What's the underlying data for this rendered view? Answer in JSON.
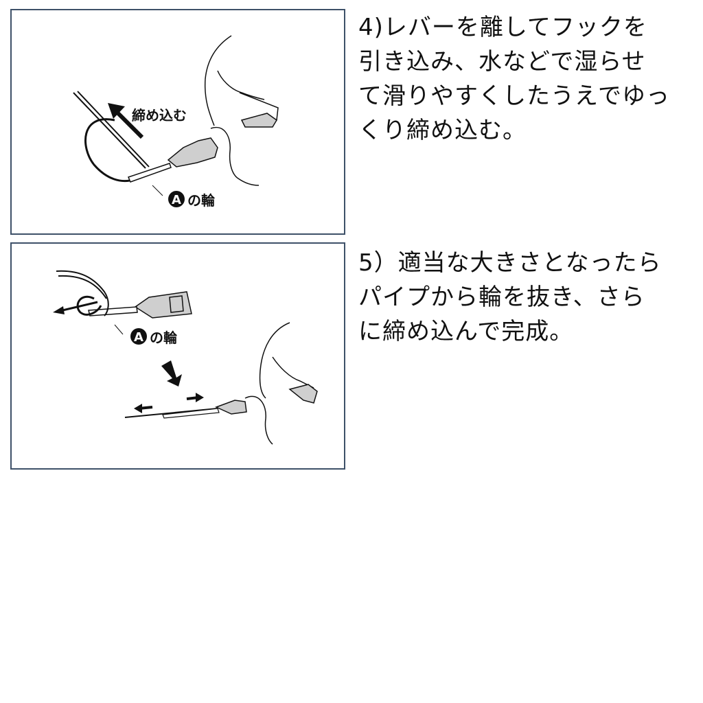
{
  "colors": {
    "panel_border": "#3d5068",
    "ink": "#111111",
    "pipe_gray": "#cfcfcf"
  },
  "steps": [
    {
      "number": "4)",
      "lines": [
        "4)レバーを離してフックを",
        "引き込み、水などで湿らせ",
        "て滑りやすくしたうえでゆっ",
        "くり締め込む。"
      ],
      "illustration": {
        "labels": {
          "action": "締め込む",
          "loop_marker": "A",
          "loop_label": "の輪"
        }
      }
    },
    {
      "number": "5)",
      "lines": [
        "5）適当な大きさとなったら",
        "パイプから輪を抜き、さら",
        "に締め込んで完成。"
      ],
      "illustration": {
        "labels": {
          "loop_marker": "A",
          "loop_label": "の輪"
        }
      }
    }
  ]
}
